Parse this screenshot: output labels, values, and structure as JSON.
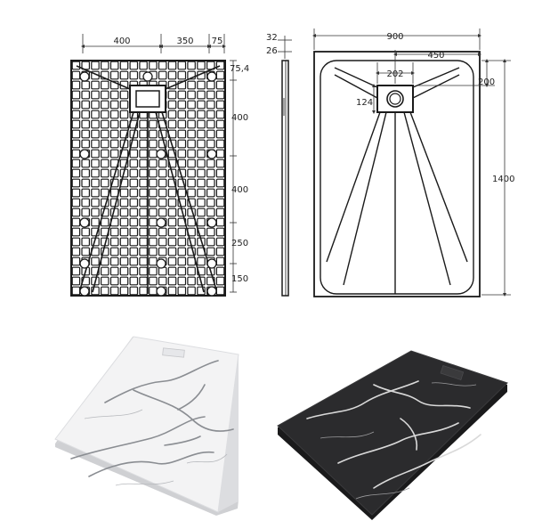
{
  "drawings": {
    "underside": {
      "dims_top": [
        "400",
        "350",
        "75"
      ],
      "dims_right": [
        "75,4",
        "400",
        "400",
        "250",
        "150"
      ]
    },
    "profile": {
      "dims": [
        "32",
        "26"
      ]
    },
    "top_view": {
      "width": "900",
      "half": "450",
      "drain_width": "202",
      "drain_offset": "200",
      "drain_height": "124",
      "length": "1400"
    }
  },
  "photos": {
    "white_tray": {
      "finish": "white marble",
      "colors": {
        "base": "#f2f2f3",
        "veins": "#8a8d92"
      }
    },
    "black_tray": {
      "finish": "black marble",
      "colors": {
        "base": "#2a2a2c",
        "veins": "#d9d9d9"
      }
    }
  },
  "colors": {
    "line": "#1a1a1a",
    "dim_line": "#333333"
  }
}
